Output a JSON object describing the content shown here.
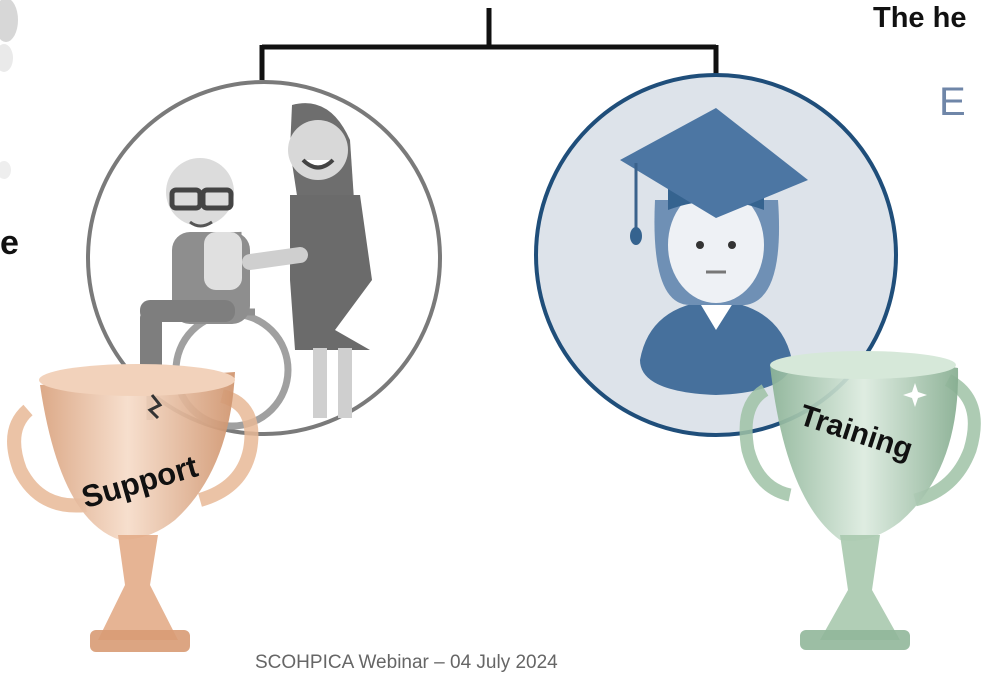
{
  "slide": {
    "heading_fragment": "The he",
    "subheading_fragment": "E",
    "left_fragment": "e",
    "footer": "SCOHPICA Webinar – 04 July 2024"
  },
  "trophies": {
    "left": {
      "label": "Support",
      "color": "#e8b896"
    },
    "right": {
      "label": "Training",
      "color": "#9fc2a6"
    }
  },
  "colors": {
    "connector": "#111111",
    "left_circle_border": "#777777",
    "right_circle_border": "#1f4e7a",
    "right_circle_fill": "#dde3ea",
    "graduate_blue": "#46709c"
  }
}
